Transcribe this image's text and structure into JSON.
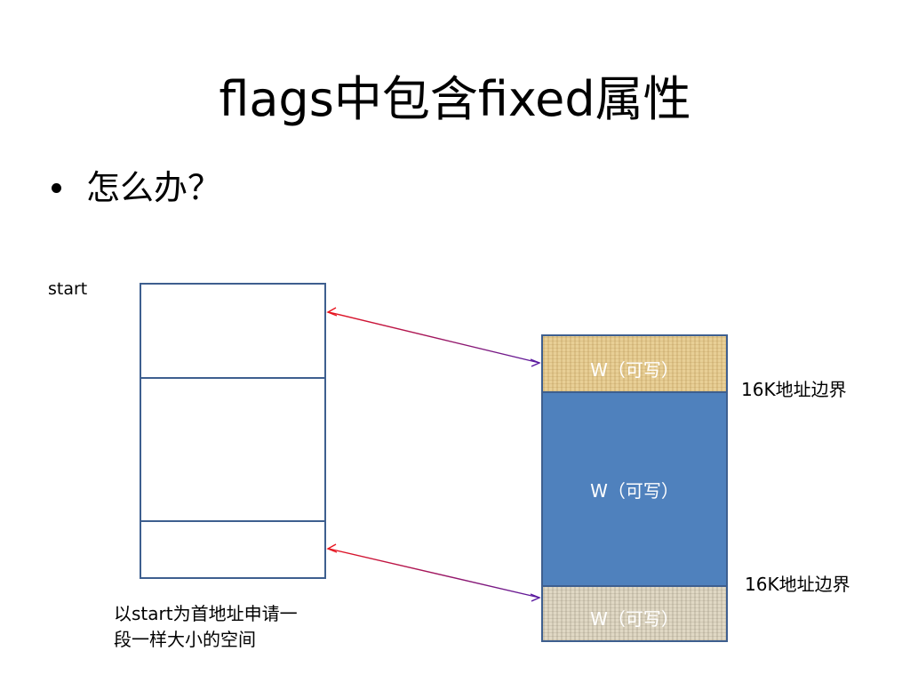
{
  "slide": {
    "title": "flags中包含fixed属性",
    "bullet": "怎么办？"
  },
  "diagram": {
    "start_label": "start",
    "caption": "以start为首地址申请一\n段一样大小的空间",
    "blocks": [
      {
        "label": "W（可写）",
        "fill": "#e8cf96"
      },
      {
        "label": "W（可写）",
        "fill": "#4f81bd"
      },
      {
        "label": "W（可写）",
        "fill": "#e0d8c4"
      }
    ],
    "boundary_labels": [
      "16K地址边界",
      "16K地址边界"
    ],
    "colors": {
      "box_border": "#3e5f8f",
      "arrow_start": "#e8141e",
      "arrow_end": "#5a1aa0"
    }
  }
}
